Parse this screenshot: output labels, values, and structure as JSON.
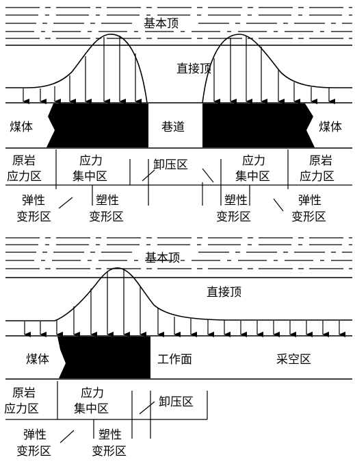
{
  "top_diagram": {
    "roof_label": "基本顶",
    "immediate_roof_label": "直接顶",
    "coal_left": "煤体",
    "roadway": "巷道",
    "coal_right": "煤体",
    "upper_zones": {
      "original_left": [
        "原岩",
        "应力区"
      ],
      "concentration_left": [
        "应力",
        "集中区"
      ],
      "relief": "卸压区",
      "concentration_right": [
        "应力",
        "集中区"
      ],
      "original_right": [
        "原岩",
        "应力区"
      ]
    },
    "lower_zones": {
      "elastic_left": [
        "弹性",
        "变形区"
      ],
      "plastic_left": [
        "塑性",
        "变形区"
      ],
      "plastic_right": [
        "塑性",
        "变形区"
      ],
      "elastic_right": [
        "弹性",
        "变形区"
      ]
    }
  },
  "bottom_diagram": {
    "roof_label": "基本顶",
    "immediate_roof_label": "直接顶",
    "coal": "煤体",
    "working_face": "工作面",
    "goaf": "采空区",
    "upper_zones": {
      "original": [
        "原岩",
        "应力区"
      ],
      "concentration": [
        "应力",
        "集中区"
      ],
      "relief": "卸压区"
    },
    "lower_zones": {
      "elastic": [
        "弹性",
        "变形区"
      ],
      "plastic": [
        "塑性",
        "变形区"
      ]
    }
  }
}
